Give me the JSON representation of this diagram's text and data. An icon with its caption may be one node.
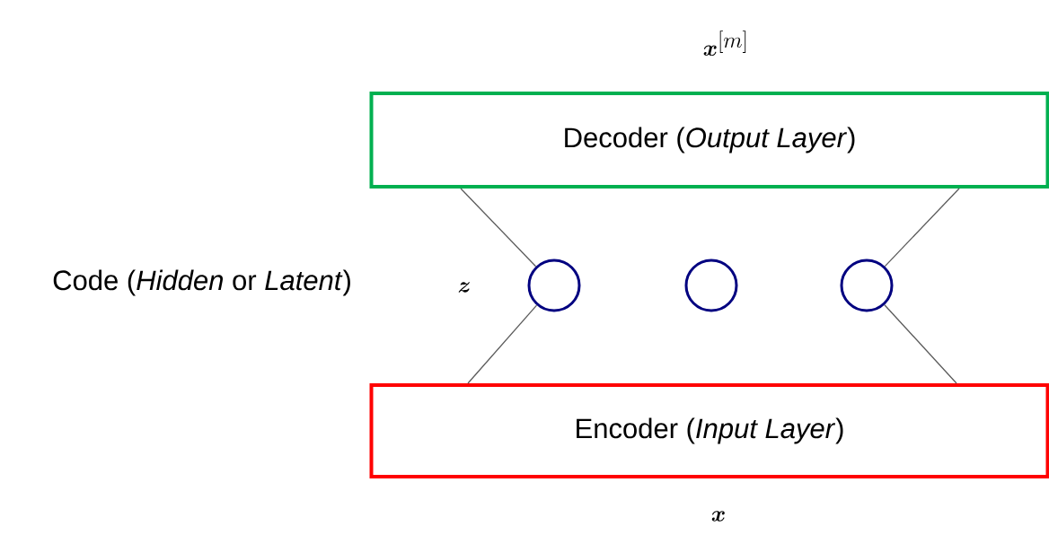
{
  "diagram": {
    "nodes": [
      {
        "text": [
          "Decoder (*Output Layer*)"
        ]
      },
      {
        "text": [],
        "shape": "circle"
      },
      {
        "text": [],
        "shape": "circle"
      },
      {
        "text": [],
        "shape": "circle"
      },
      {
        "text": [
          "Encoder (*Input Layer*)"
        ]
      }
    ],
    "edges": [
      {
        "from": 0,
        "to": 1,
        "arrow": "none"
      },
      {
        "from": 0,
        "to": 3,
        "arrow": "none"
      },
      {
        "from": 1,
        "to": 4,
        "arrow": "none"
      },
      {
        "from": 3,
        "to": 4,
        "arrow": "none"
      }
    ],
    "labels": [
      "\\boldsymbol{x}^{[m]}",
      "Code (*Hidden* or *Latent*)",
      "\\boldsymbol{z}",
      "\\boldsymbol{x}"
    ]
  }
}
